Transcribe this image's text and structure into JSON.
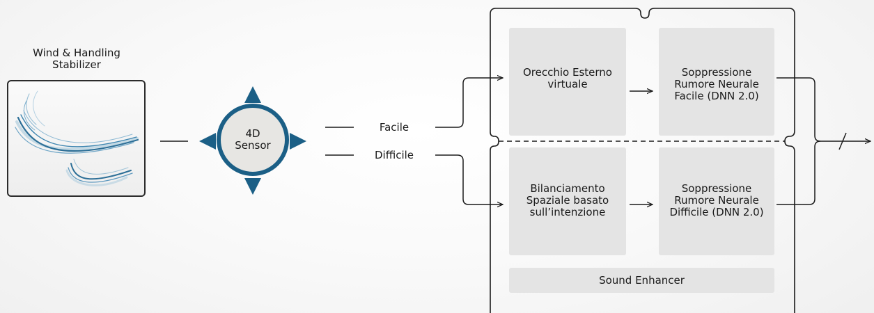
{
  "stabilizer": {
    "title": "Wind & Handling Stabilizer",
    "icon": "wind-swirl-icon"
  },
  "sensor": {
    "label": "4D Sensor",
    "icon": "direction-arrows-icon"
  },
  "branches": {
    "easy": "Facile",
    "hard": "Difficile"
  },
  "processing": {
    "blocks": [
      {
        "label": "Orecchio Esterno virtuale"
      },
      {
        "label": "Soppressione Rumore Neurale Facile (DNN 2.0)"
      },
      {
        "label": "Bilanciamento Spaziale basato sull’intenzione"
      },
      {
        "label": "Soppressione Rumore Neurale Difficile (DNN 2.0)"
      }
    ],
    "sound_enhancer": "Sound Enhancer"
  },
  "colors": {
    "accent_blue": "#1b5f86",
    "block_gray": "#e4e4e4",
    "line": "#1a1a1a"
  }
}
